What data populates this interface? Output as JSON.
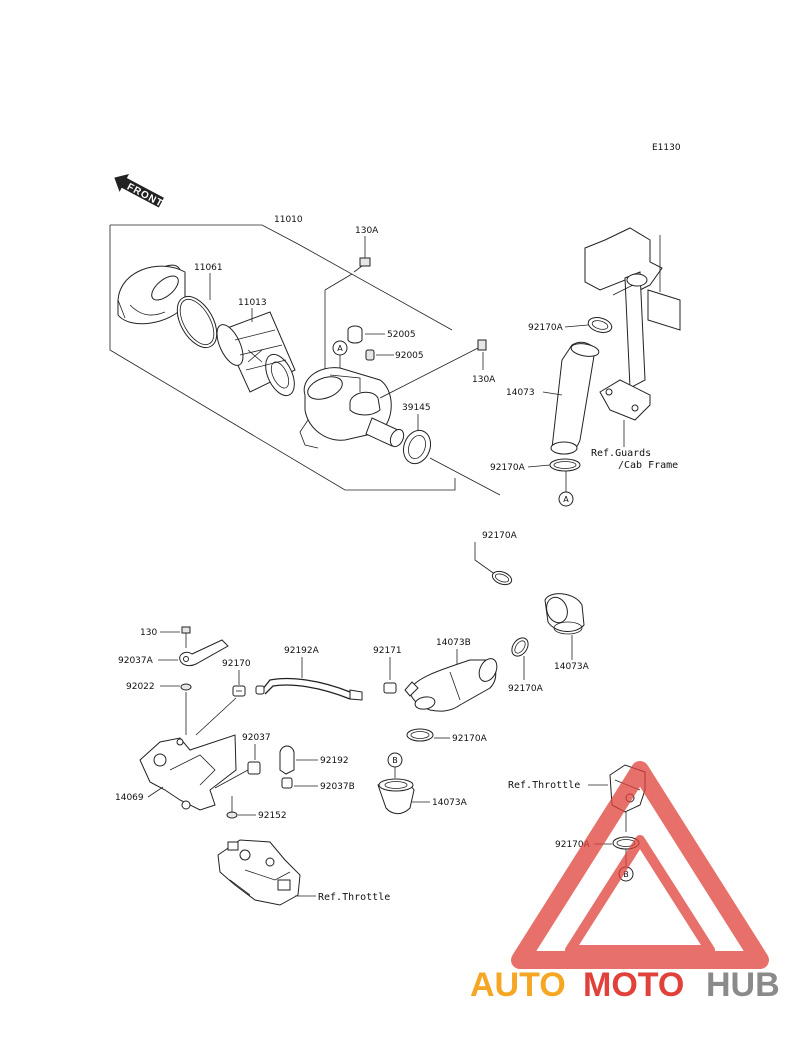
{
  "diagram_code": "E1130",
  "front_label": "FRONT",
  "parts": {
    "p11010": "11010",
    "p130A_top": "130A",
    "p11061": "11061",
    "p11013": "11013",
    "p52005": "52005",
    "p92005": "92005",
    "p130A_right": "130A",
    "p39145": "39145",
    "p92170A_a": "92170A",
    "p14073": "14073",
    "p92170A_b": "92170A",
    "p92170A_c": "92170A",
    "p14073A_top": "14073A",
    "p130": "130",
    "p92037A": "92037A",
    "p92170": "92170",
    "p92192A": "92192A",
    "p92171": "92171",
    "p14073B": "14073B",
    "p92170A_d": "92170A",
    "p92022": "92022",
    "p92037": "92037",
    "p92192": "92192",
    "p92037B": "92037B",
    "p92170A_e": "92170A",
    "p14069": "14069",
    "p14073A_bottom": "14073A",
    "p92152": "92152",
    "p92170A_f": "92170A"
  },
  "refs": {
    "guards_line1": "Ref.Guards",
    "guards_line2": "/Cab Frame",
    "throttle_right": "Ref.Throttle",
    "throttle_bottom": "Ref.Throttle"
  },
  "markers": {
    "a1": "A",
    "a2": "A",
    "b1": "B",
    "b2": "B"
  },
  "watermark": {
    "part1": "AUTO",
    "part2": "MOTO",
    "part3": "HUB",
    "color_orange": "#f5a623",
    "color_red": "#e0413a",
    "color_gray": "#8a8a8a"
  }
}
